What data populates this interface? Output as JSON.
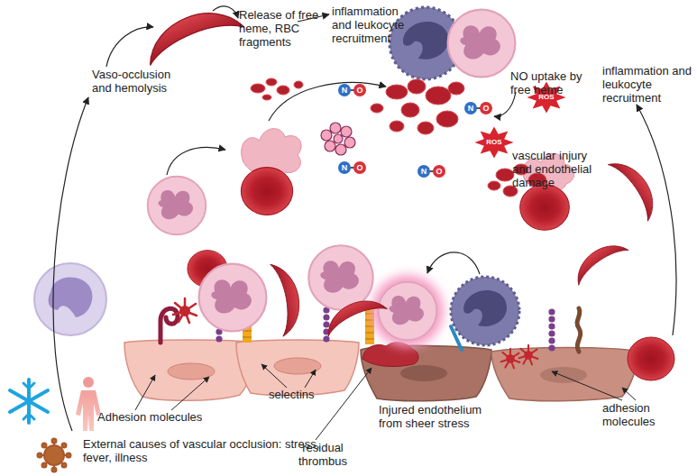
{
  "diagram": {
    "labels": [
      "Release of free heme, RBC fragments",
      "inflammation and leukocyte recruitment",
      "Vaso-occlusion and hemolysis",
      "N",
      "O",
      "NO uptake by free heme",
      "inflammation and leukocyte recruitment",
      "ROS",
      "N",
      "O",
      "N",
      "O",
      "ROS",
      "vascular injury and endothelial damage",
      "N",
      "O",
      "Adhesion molecules",
      "selectins",
      "Injured endothelium from sheer stress",
      "adhesion molecules",
      "residual thrombus",
      "External causes of vascular occlusion: stress, fever, illness"
    ]
  }
}
